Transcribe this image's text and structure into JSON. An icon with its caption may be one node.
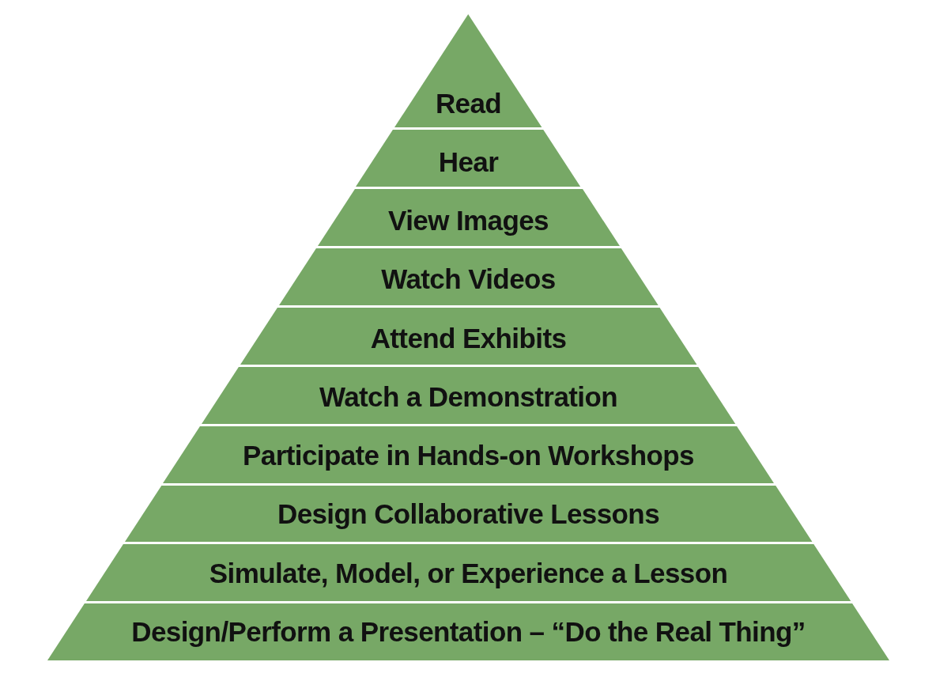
{
  "diagram": {
    "nodes": [
      {
        "text": [
          "Read"
        ]
      },
      {
        "text": [
          "Hear"
        ]
      },
      {
        "text": [
          "View Images"
        ]
      },
      {
        "text": [
          "Watch Videos"
        ]
      },
      {
        "text": [
          "Attend Exhibits"
        ]
      },
      {
        "text": [
          "Watch a Demonstration"
        ]
      },
      {
        "text": [
          "Participate in Hands-on Workshops"
        ]
      },
      {
        "text": [
          "Design Collaborative Lessons"
        ]
      },
      {
        "text": [
          "Simulate, Model, or Experience a Lesson"
        ]
      },
      {
        "text": [
          "Design/Perform a Presentation – “Do the Real Thing”"
        ]
      }
    ]
  }
}
